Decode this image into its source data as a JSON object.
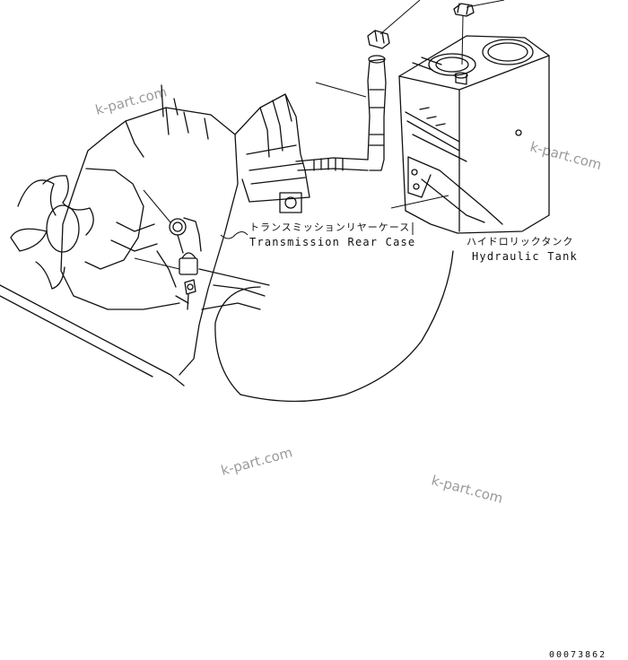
{
  "labels": {
    "transmission_rear_case_jp": "トランスミッションリヤーケース",
    "transmission_rear_case_en": "Transmission Rear Case",
    "hydraulic_tank_jp": "ハイドロリックタンク",
    "hydraulic_tank_en": "Hydraulic Tank"
  },
  "watermarks": [
    "k-part.com",
    "k-part.com",
    "k-part.com",
    "k-part.com"
  ],
  "drawing_number": "00073862",
  "colors": {
    "line": "#111111",
    "watermark": "#9a9a9a",
    "background": "#ffffff"
  }
}
